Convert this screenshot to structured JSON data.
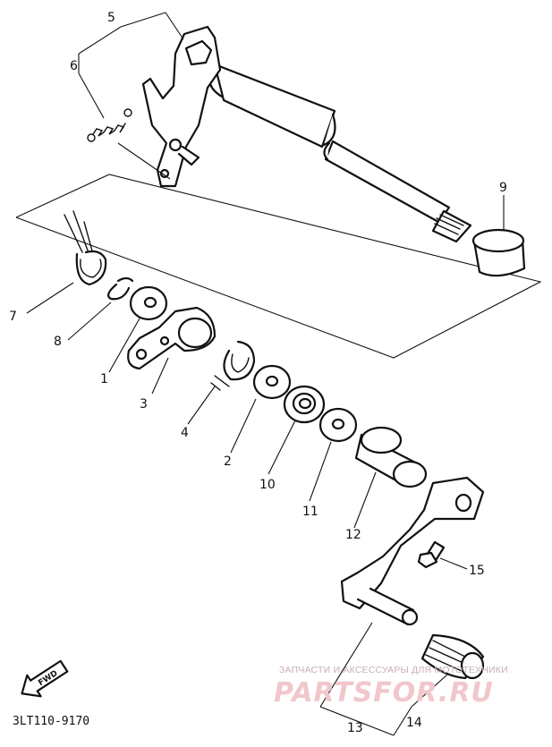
{
  "diagram": {
    "callouts": [
      {
        "id": "c5",
        "number": "5"
      },
      {
        "id": "c6",
        "number": "6"
      },
      {
        "id": "c9",
        "number": "9"
      },
      {
        "id": "c7",
        "number": "7"
      },
      {
        "id": "c8",
        "number": "8"
      },
      {
        "id": "c1",
        "number": "1"
      },
      {
        "id": "c3",
        "number": "3"
      },
      {
        "id": "c4",
        "number": "4"
      },
      {
        "id": "c2",
        "number": "2"
      },
      {
        "id": "c10",
        "number": "10"
      },
      {
        "id": "c11",
        "number": "11"
      },
      {
        "id": "c12",
        "number": "12"
      },
      {
        "id": "c15",
        "number": "15"
      },
      {
        "id": "c13",
        "number": "13"
      },
      {
        "id": "c14",
        "number": "14"
      }
    ],
    "drawing_code": "3LT110-9170",
    "forward_arrow_text": "FWD"
  },
  "watermark": {
    "caption": "ЗАПЧАСТИ И АКСЕССУАРЫ ДЛЯ МОТОТЕХНИКИ",
    "brand": "PARTSFOR.RU",
    "color": "#f1c7cc"
  }
}
